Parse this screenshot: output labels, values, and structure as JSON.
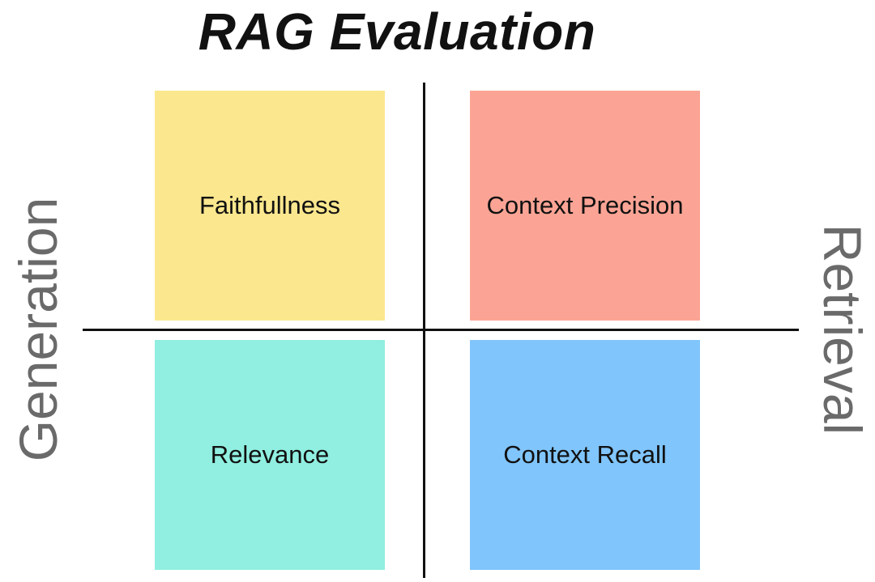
{
  "title": "RAG Evaluation",
  "axes": {
    "left_label": "Generation",
    "right_label": "Retrieval"
  },
  "quadrants": {
    "top_left": {
      "label": "Faithfullness",
      "color": "#fbe78e"
    },
    "top_right": {
      "label": "Context Precision",
      "color": "#fba495"
    },
    "bottom_left": {
      "label": "Relevance",
      "color": "#90efe0"
    },
    "bottom_right": {
      "label": "Context Recall",
      "color": "#80c5fb"
    }
  },
  "colors": {
    "axis": "#111111",
    "side_label": "#6a6a6a",
    "title": "#111111"
  }
}
